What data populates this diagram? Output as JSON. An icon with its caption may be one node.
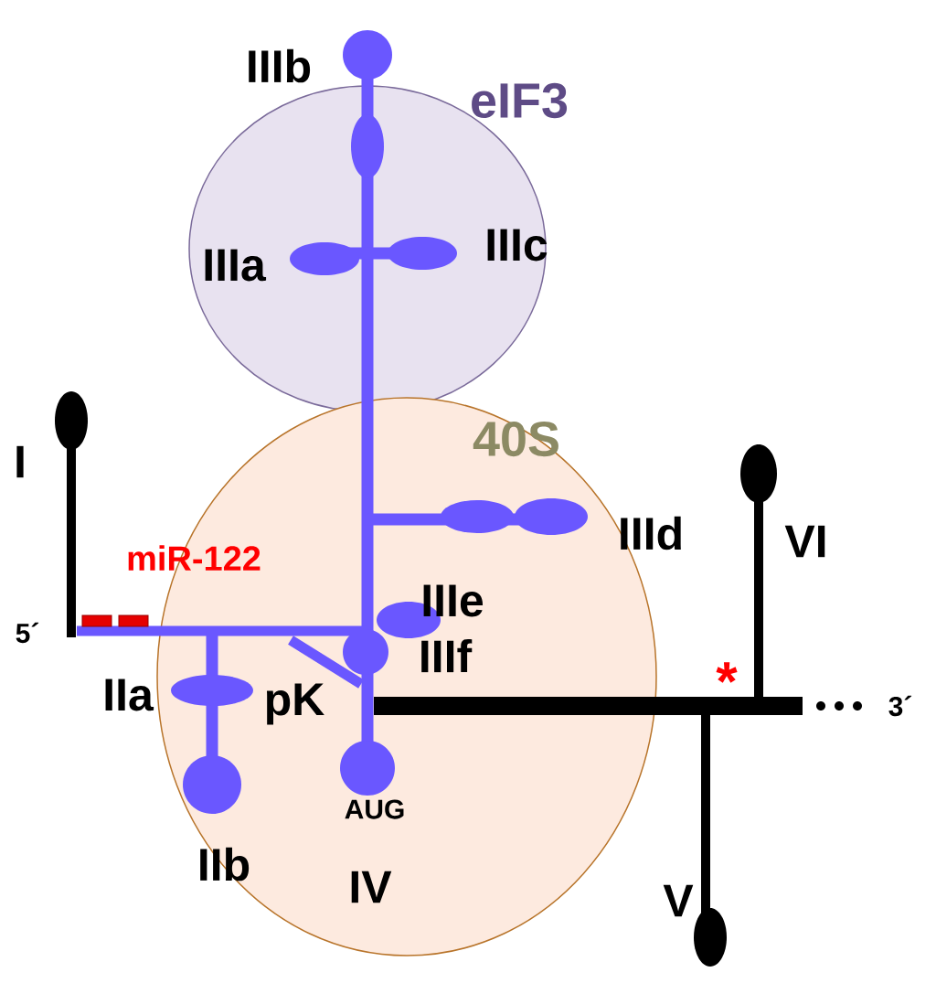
{
  "diagram": {
    "nodes": [
      {
        "text": [
          "eIF3"
        ]
      },
      {
        "text": [
          "40S"
        ]
      }
    ],
    "labels": [
      "IIIb",
      "IIIa",
      "IIIc",
      "IIId",
      "I",
      "miR-122",
      "5´",
      "IIIe",
      "IIIf",
      "IIa",
      "pK",
      "*",
      "3´",
      "VI",
      "AUG",
      "IIb",
      "IV",
      "V"
    ]
  }
}
